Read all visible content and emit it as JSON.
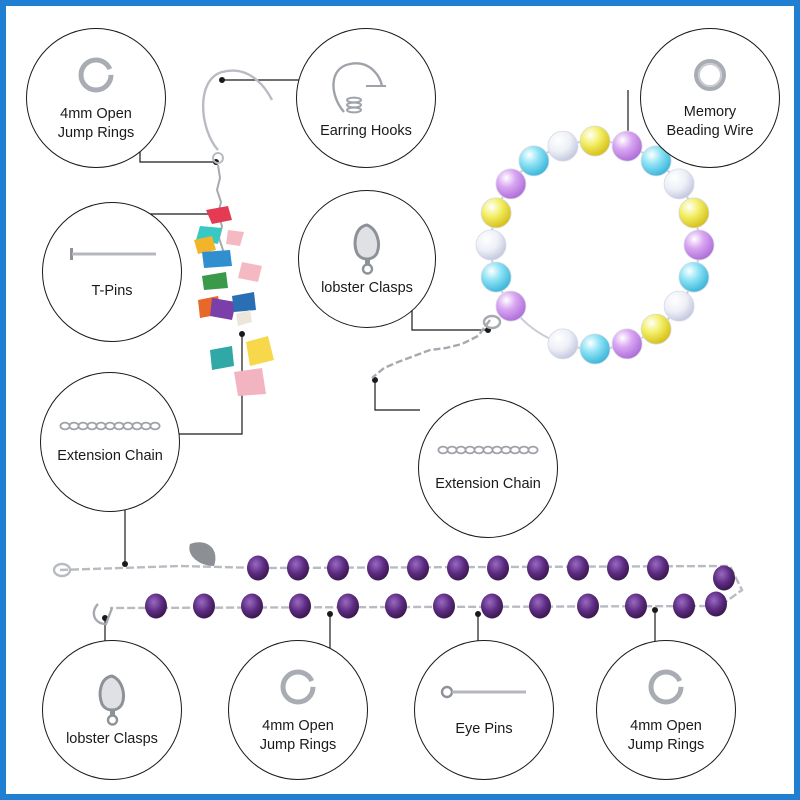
{
  "callouts": {
    "jump_rings_top": "4mm Open\nJump Rings",
    "earring_hooks": "Earring Hooks",
    "memory_wire": "Memory\nBeading Wire",
    "t_pins": "T-Pins",
    "lobster_top": "lobster Clasps",
    "extension_left": "Extension Chain",
    "extension_right": "Extension Chain",
    "lobster_bottom": "lobster Clasps",
    "jump_rings_bottom_a": "4mm Open\nJump Rings",
    "eye_pins": "Eye Pins",
    "jump_rings_bottom_b": "4mm Open\nJump Rings"
  },
  "colors": {
    "border": "#1f7fd3",
    "crystal": "#5b2b80",
    "silver": "#b8bcc2"
  },
  "products": [
    "chip-bead-earring",
    "ab-bead-bracelet",
    "purple-crystal-bracelet"
  ]
}
